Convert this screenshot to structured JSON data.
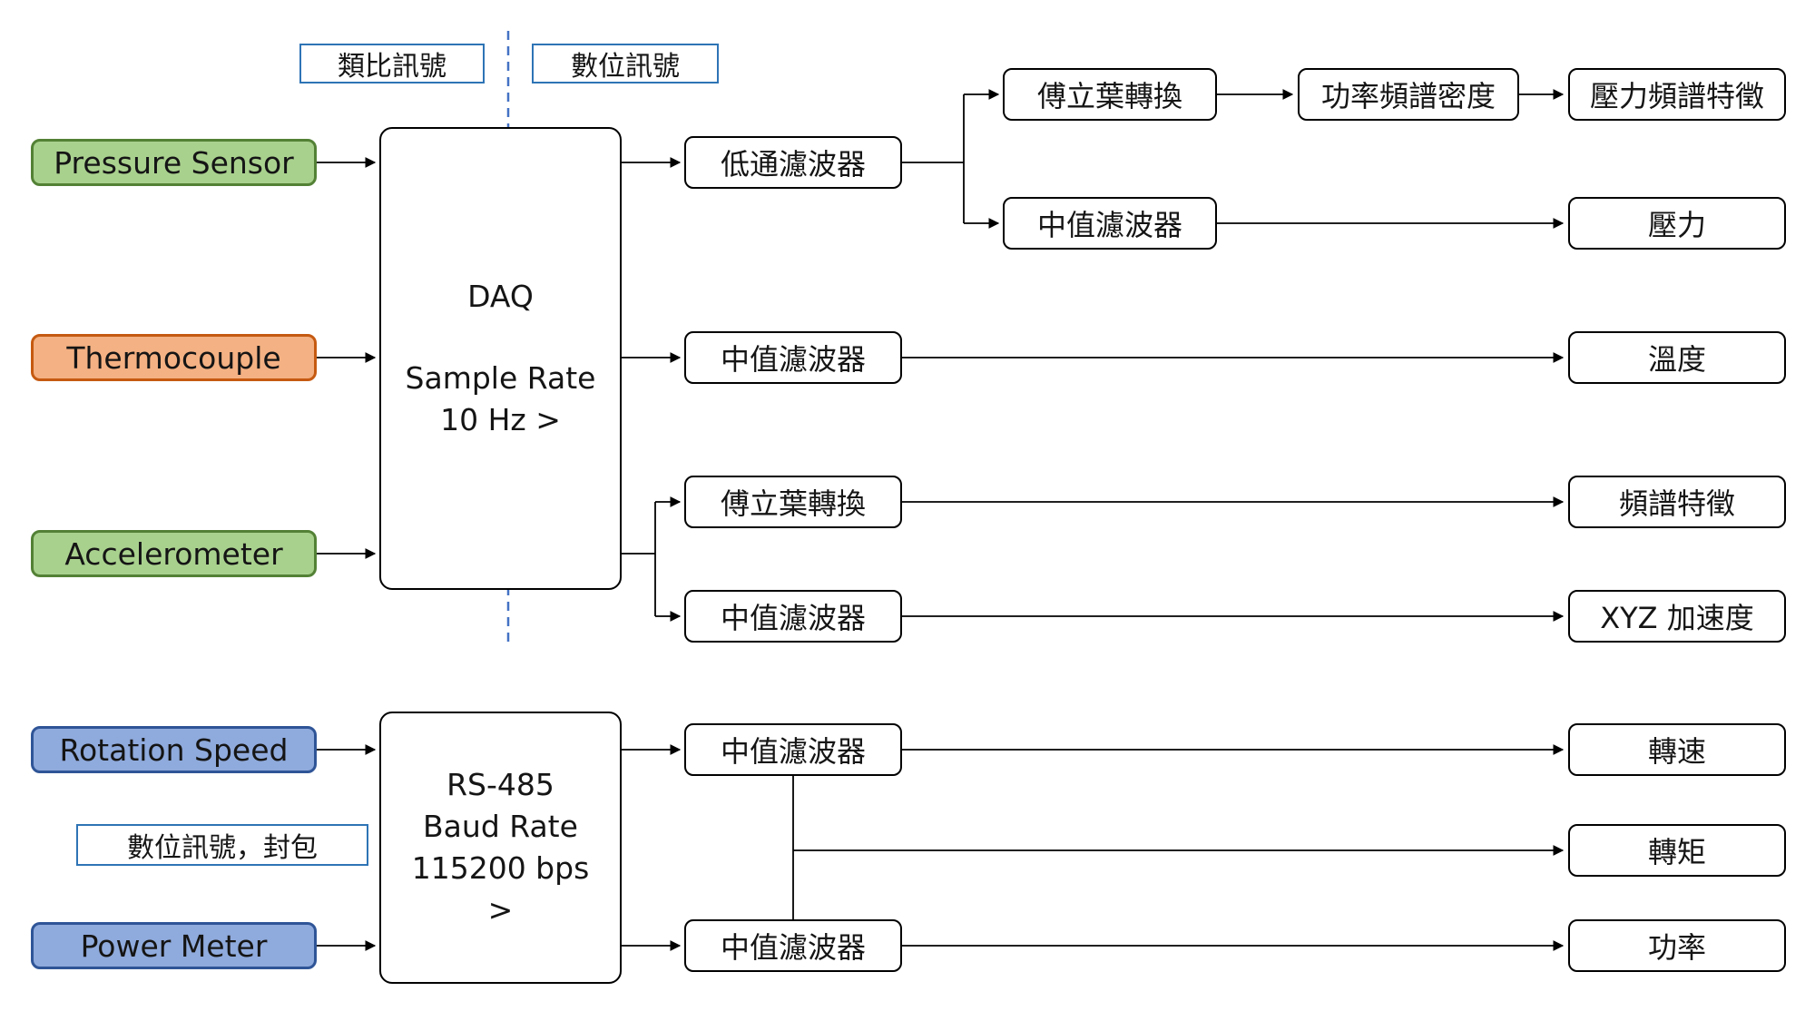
{
  "signal_labels": {
    "analog": "類比訊號",
    "digital": "數位訊號",
    "digital_packet": "數位訊號，封包"
  },
  "sensors": {
    "pressure": "Pressure Sensor",
    "thermocouple": "Thermocouple",
    "accelerometer": "Accelerometer",
    "rotation_speed": "Rotation Speed",
    "power_meter": "Power Meter"
  },
  "daq": {
    "line1": "DAQ",
    "line2": "Sample Rate",
    "line3": "10 Hz >"
  },
  "rs485": {
    "line1": "RS-485",
    "line2": "Baud Rate",
    "line3": "115200 bps",
    "line4": ">"
  },
  "processes": {
    "lowpass": "低通濾波器",
    "median": "中值濾波器",
    "fourier": "傅立葉轉換",
    "psd": "功率頻譜密度"
  },
  "outputs": {
    "pressure_spectrum": "壓力頻譜特徵",
    "pressure": "壓力",
    "temperature": "溫度",
    "spectrum": "頻譜特徵",
    "xyz_acceleration": "XYZ 加速度",
    "rotation_speed": "轉速",
    "torque": "轉矩",
    "power": "功率"
  },
  "colors": {
    "green_fill": "#A9D18E",
    "green_border": "#538135",
    "orange_fill": "#F4B183",
    "orange_border": "#C55A11",
    "blue_fill": "#8FAADC",
    "blue_border": "#2F5597",
    "label_border": "#2E74B5",
    "divider_dashed": "#4472C4",
    "wire": "#000000"
  }
}
